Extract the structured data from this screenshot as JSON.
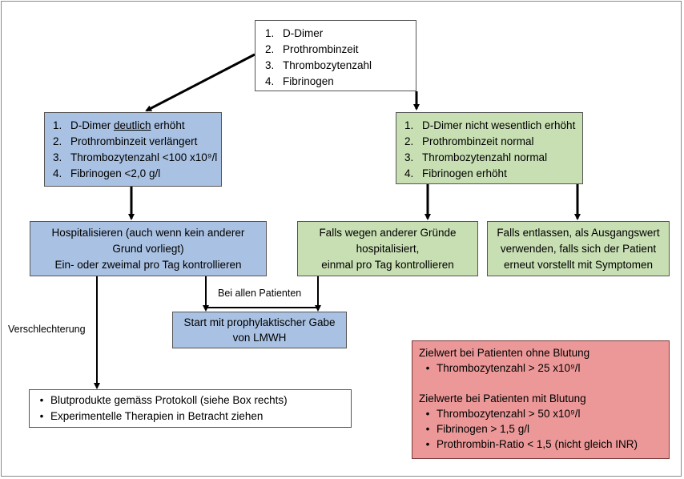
{
  "top_box": {
    "items": [
      {
        "num": "1.",
        "text": "D-Dimer"
      },
      {
        "num": "2.",
        "text": "Prothrombinzeit"
      },
      {
        "num": "3.",
        "text": "Thrombozytenzahl"
      },
      {
        "num": "4.",
        "text": "Fibrinogen"
      }
    ]
  },
  "left_criteria": {
    "item1": {
      "num": "1.",
      "prefix": "D-Dimer ",
      "underlined": "deutlich",
      "suffix": " erhöht"
    },
    "items": [
      {
        "num": "2.",
        "text": "Prothrombinzeit verlängert"
      },
      {
        "num": "3.",
        "text": "Thrombozytenzahl <100 x10⁹/l"
      },
      {
        "num": "4.",
        "text": "Fibrinogen <2,0 g/l"
      }
    ]
  },
  "right_criteria": {
    "items": [
      {
        "num": "1.",
        "text": "D-Dimer nicht wesentlich erhöht"
      },
      {
        "num": "2.",
        "text": "Prothrombinzeit normal"
      },
      {
        "num": "3.",
        "text": "Thrombozytenzahl normal"
      },
      {
        "num": "4.",
        "text": "Fibrinogen erhöht"
      }
    ]
  },
  "hospitalize_box": {
    "lines": [
      "Hospitalisieren (auch wenn kein anderer",
      "Grund vorliegt)",
      "Ein- oder zweimal pro Tag kontrollieren"
    ]
  },
  "other_reasons_box": {
    "lines": [
      "Falls wegen anderer Gründe",
      "hospitalisiert,",
      "einmal pro Tag kontrollieren"
    ]
  },
  "discharged_box": {
    "lines": [
      "Falls entlassen, als Ausgangswert",
      "verwenden, falls sich der Patient",
      "erneut vorstellt mit Symptomen"
    ]
  },
  "lmwh_box": {
    "lines": [
      "Start mit prophylaktischer Gabe",
      "von LMWH"
    ]
  },
  "labels": {
    "all_patients": "Bei allen Patienten",
    "deterioration": "Verschlechterung"
  },
  "blood_box": {
    "bullet": "•",
    "items": [
      "Blutprodukte gemäss Protokoll (siehe Box rechts)",
      "Experimentelle Therapien in Betracht ziehen"
    ]
  },
  "target_box": {
    "bullet": "•",
    "heading1": "Zielwert bei Patienten ohne Blutung",
    "items1": [
      "Thrombozytenzahl > 25 x10⁹/l"
    ],
    "heading2": "Zielwerte bei Patienten mit Blutung",
    "items2": [
      "Thrombozytenzahl > 50 x10⁹/l",
      "Fibrinogen > 1,5 g/l",
      "Prothrombin-Ratio < 1,5 (nicht gleich INR)"
    ]
  },
  "colors": {
    "blue_box": "#a9c1e2",
    "green_box": "#c8dfb3",
    "red_box": "#ec9898",
    "dashed_arrow": "#4a72c4"
  }
}
